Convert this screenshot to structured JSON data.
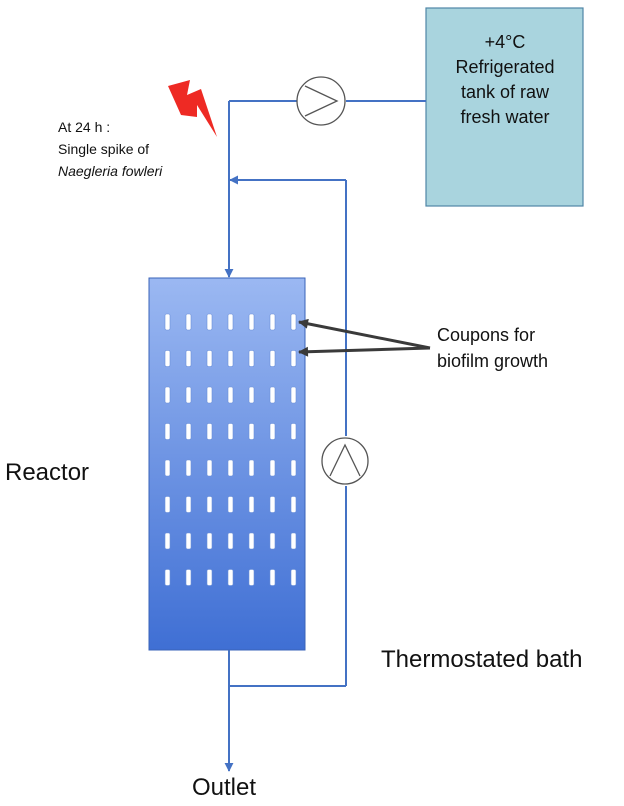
{
  "labels": {
    "tank": [
      "+4°C",
      "Refrigerated",
      "tank of raw",
      "fresh water"
    ],
    "spike": {
      "line1": "At 24 h :",
      "line2": "Single spike of",
      "line3": "Naegleria fowleri"
    },
    "coupons": [
      "Coupons for",
      "biofilm growth"
    ],
    "reactor": "Reactor",
    "bath": "Thermostated bath",
    "outlet": "Outlet"
  },
  "colors": {
    "pipe": "#4472c4",
    "tank_fill": "#a9d4de",
    "tank_border": "#4f86a6",
    "reactor_light": "#9bb8f2",
    "reactor_dark": "#3f6fd4",
    "coupon": "#ffffff",
    "spike": "#ee2a24",
    "annotation_arrow": "#3a3a3a"
  },
  "icons": {
    "spike": "lightning-bolt-icon",
    "pump": "pump-circle-icon"
  },
  "coupon_grid": {
    "rows": 8,
    "columns": 7
  }
}
